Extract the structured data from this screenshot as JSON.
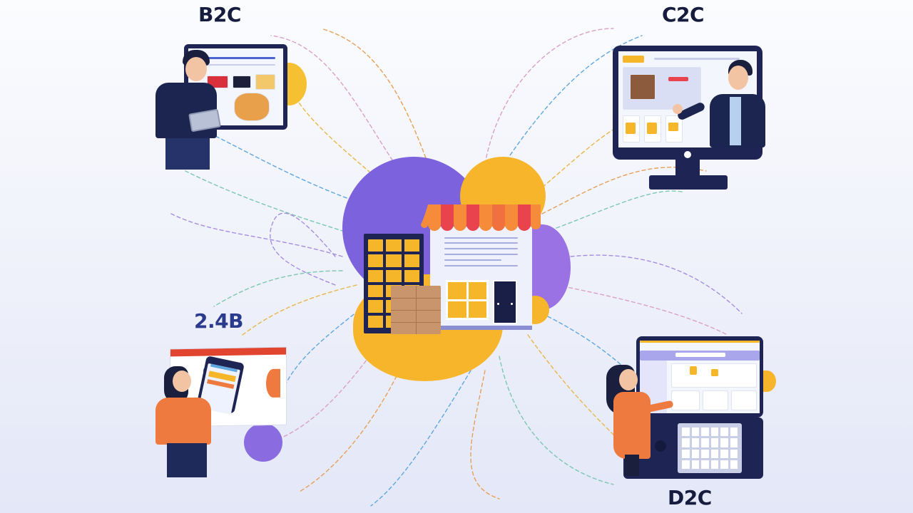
{
  "diagram": {
    "type": "hub-and-spoke",
    "theme": "E-commerce business models",
    "colors": {
      "background_top": "#fbfcfe",
      "background_bottom": "#e3e7f7",
      "purple": "#7d62de",
      "yellow": "#f7b52c",
      "navy": "#1e2554",
      "orange": "#ee7a3f",
      "awning_red": "#e9434e",
      "awning_orange": "#f68c3a",
      "label_text": "#161c3e",
      "label_blue": "#2a3a8c"
    },
    "hub": {
      "name": "online-storefront",
      "icon": "storefront-icon",
      "elements": [
        "striped awning",
        "product display window",
        "door",
        "product shelf panel",
        "cardboard boxes"
      ]
    },
    "nodes": [
      {
        "id": "b2c",
        "label": "B2C",
        "icon": "tablet-presenter-icon",
        "description": "Person holding a tablet in front of a web store display"
      },
      {
        "id": "c2c",
        "label": "C2C",
        "icon": "desktop-monitor-icon",
        "description": "Man presenting a marketplace page on a desktop monitor"
      },
      {
        "id": "b2b",
        "label": "2.4B",
        "icon": "smartphone-icon",
        "description": "Woman holding a smartphone in front of a browser window"
      },
      {
        "id": "d2c",
        "label": "D2C",
        "icon": "laptop-keyboard-icon",
        "description": "Woman presenting a storefront on a laptop with keyboard"
      }
    ],
    "connectors": {
      "style": "dashed multicolor curves",
      "from": "hub",
      "to": [
        "b2c",
        "c2c",
        "b2b",
        "d2c"
      ]
    }
  }
}
